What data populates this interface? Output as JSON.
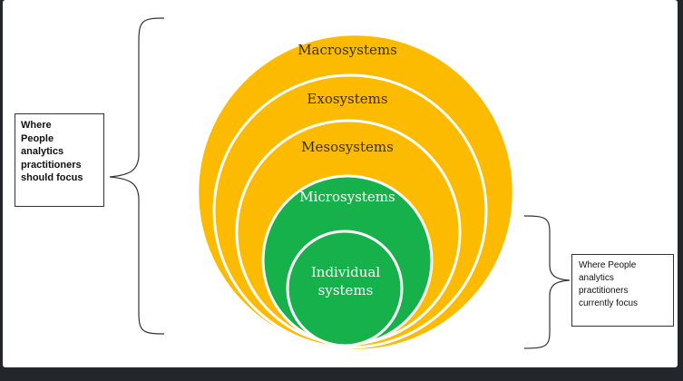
{
  "diagram": {
    "colors": {
      "outer_rings": "#fdbb00",
      "inner_rings": "#17b14b",
      "ring_border": "#ffffff",
      "dark_text": "#3a2f00",
      "light_text": "#ffffff"
    },
    "rings": [
      {
        "label": "Macrosystems"
      },
      {
        "label": "Exosystems"
      },
      {
        "label": "Mesosystems"
      },
      {
        "label": "Microsystems"
      }
    ],
    "core": {
      "line1": "Individual",
      "line2": "systems"
    },
    "callouts": {
      "left": [
        "Where",
        "People",
        "analytics",
        "practitioners",
        "should focus"
      ],
      "right": [
        "Where People",
        "analytics",
        "practitioners",
        "currently focus"
      ]
    }
  }
}
